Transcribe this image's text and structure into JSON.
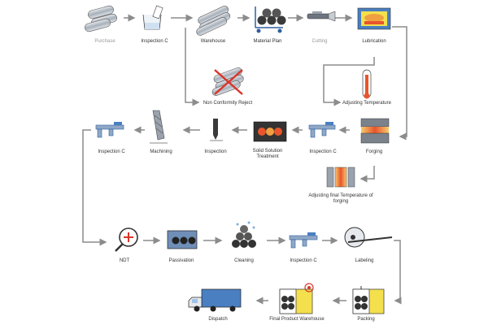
{
  "steps": {
    "purchase": "Purchase",
    "inspection_1": "Inspection C",
    "warehouse": "Warehouse",
    "material_plan": "Material Plan",
    "cutting": "Cutting",
    "lubrication": "Lubrication",
    "nonconformity": "Non Conformity Reject",
    "adjusting_temp": "Adjusting Temperature",
    "forging": "Forging",
    "inspection_2": "Inspection C",
    "solid_solution": "Solid Solution Treatment",
    "inspection_3": "Inspection",
    "machining": "Machining",
    "inspection_4": "Inspection C",
    "adjusting_final_temp": "Adjusting final Temperature of forging",
    "ndt": "NDT",
    "passivation": "Passivation",
    "cleaning": "Cleaning",
    "inspection_5": "Inspection C",
    "labeling": "Labeling",
    "packing": "Packing",
    "final_warehouse": "Final Product Warehouse",
    "dispatch": "Dispatch"
  },
  "colors": {
    "flow_line": "#8c8c8c",
    "steel": "#9aa3ad",
    "blue_accent": "#4a7fc1",
    "reject_red": "#d9362b",
    "heat_orange": "#f0a040",
    "yellow": "#f4e04d"
  }
}
